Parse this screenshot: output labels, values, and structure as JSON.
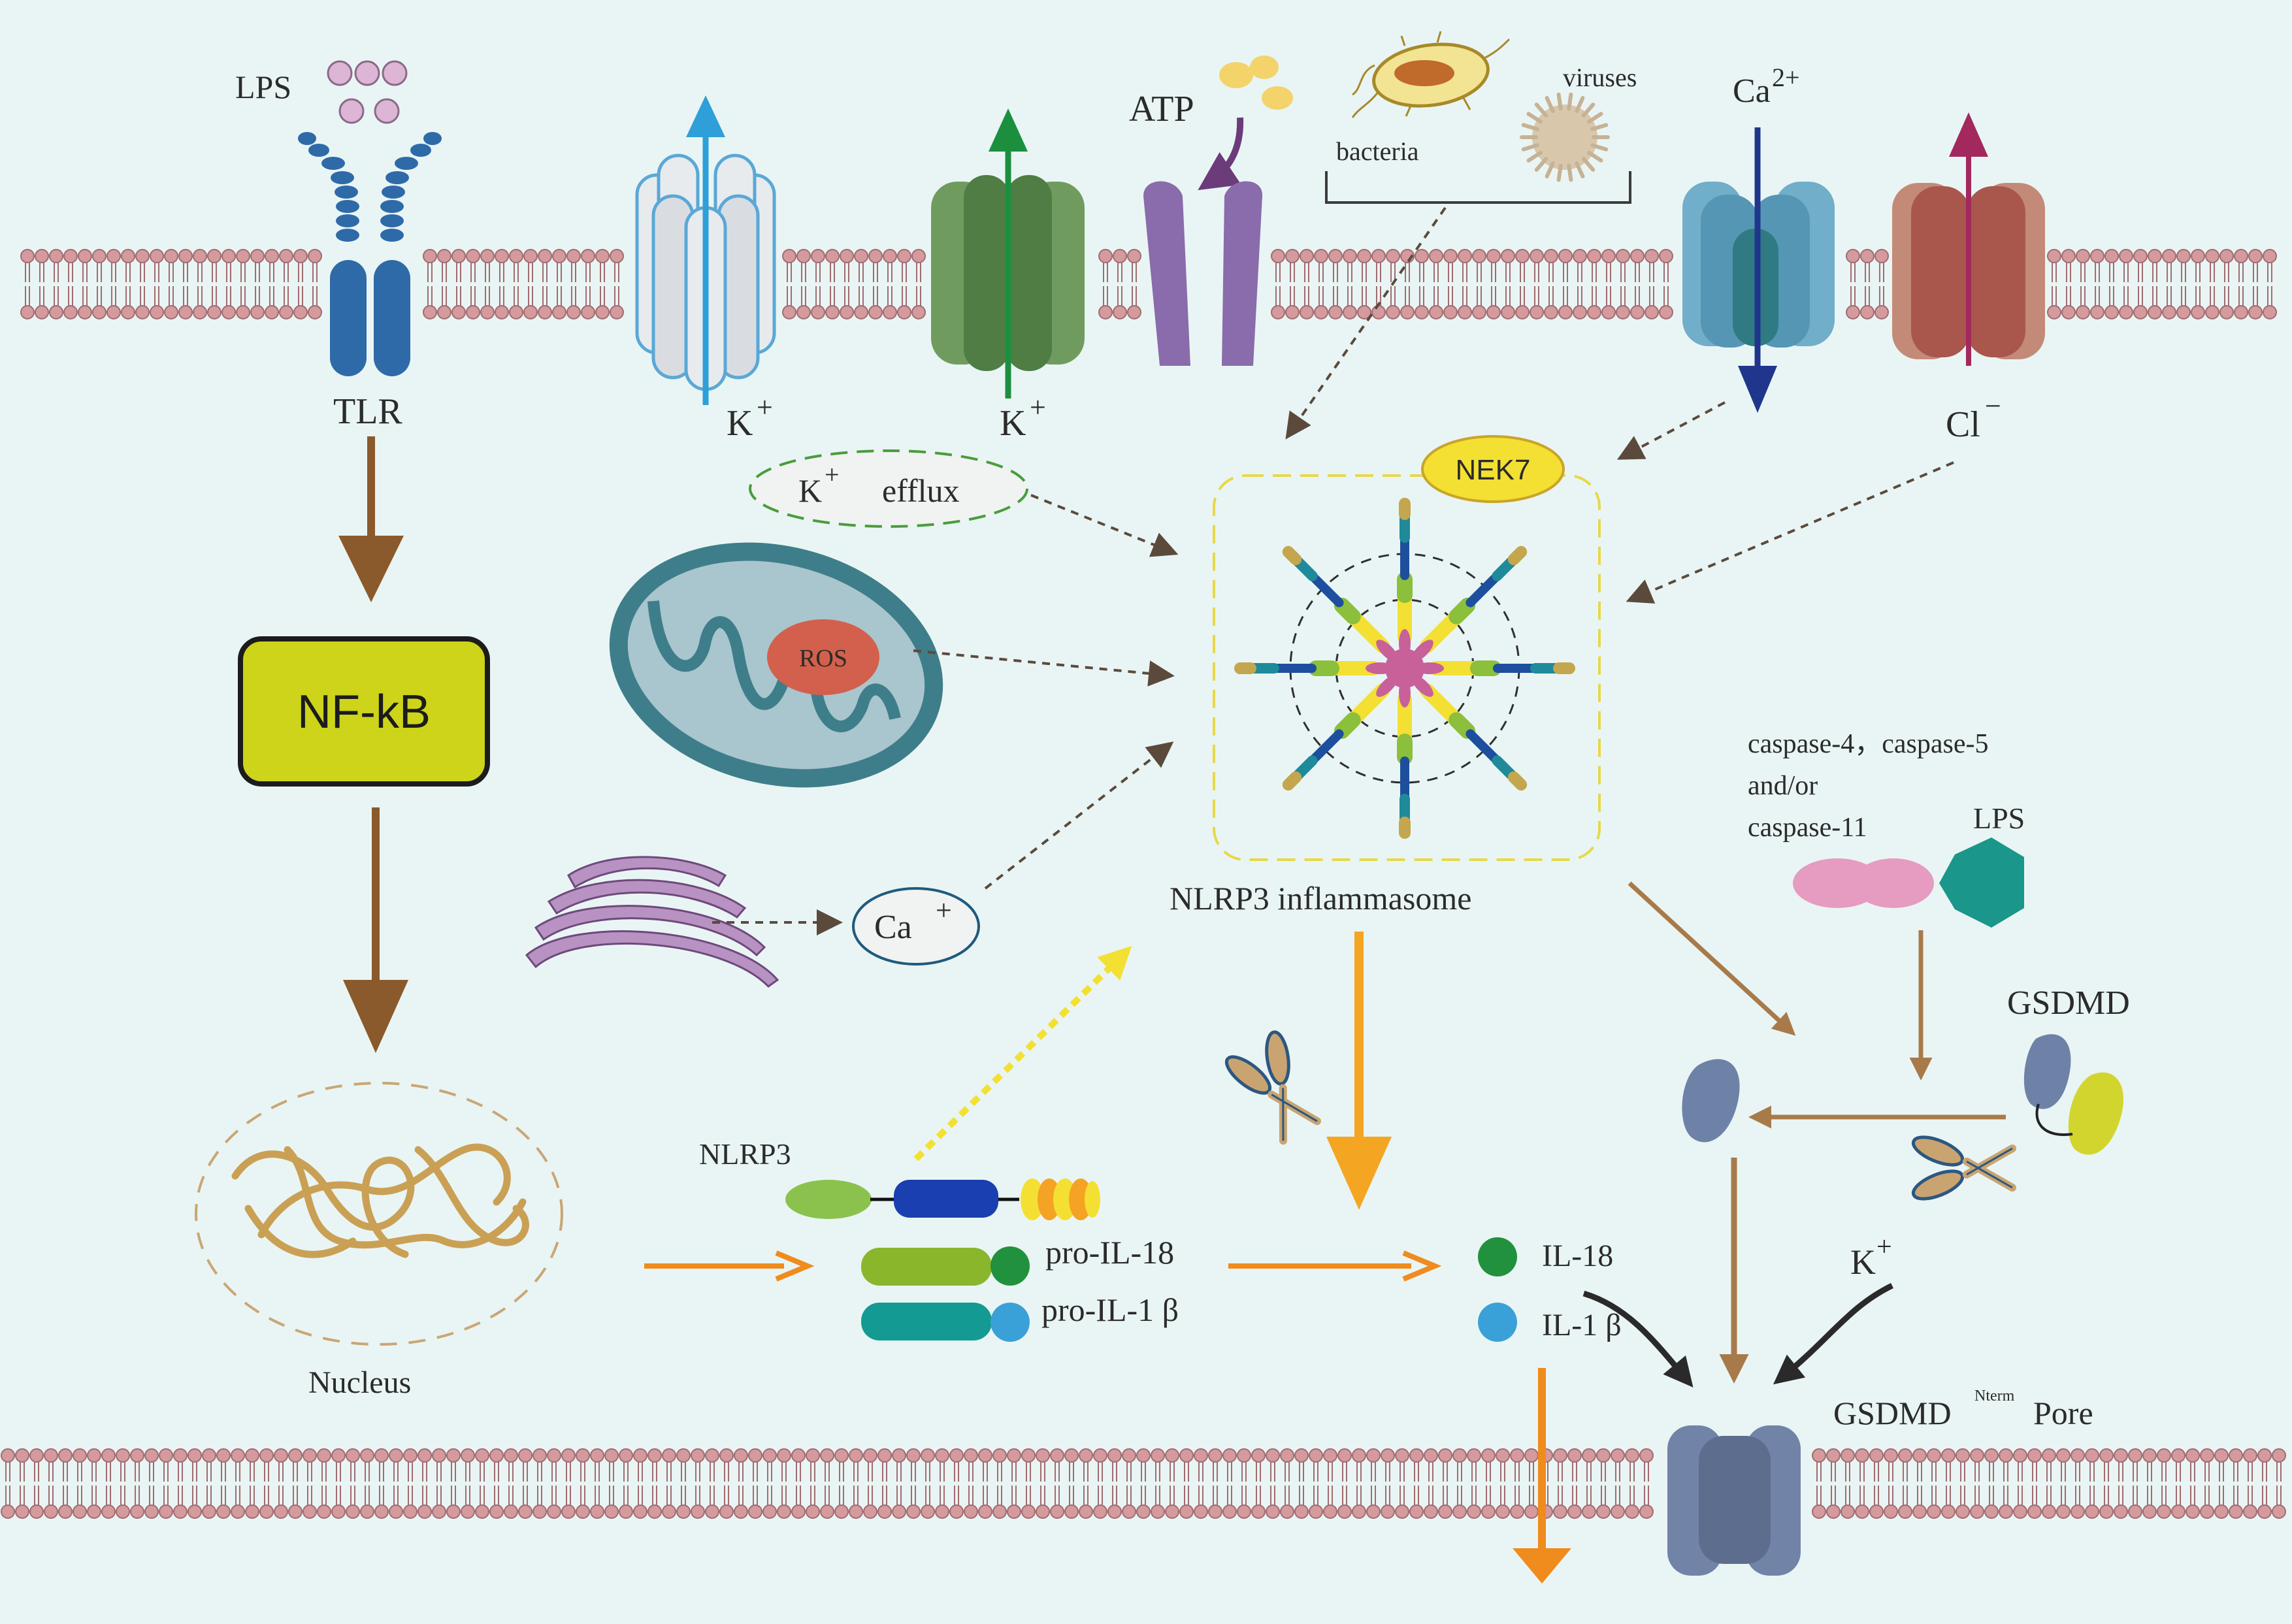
{
  "labels": {
    "lps_top": "LPS",
    "tlr": "TLR",
    "nfkb": "NF-kB",
    "nucleus": "Nucleus",
    "k_plus_1": "K",
    "k_plus_2": "K",
    "plus": "+",
    "atp": "ATP",
    "bacteria": "bacteria",
    "viruses": "viruses",
    "ca2_ca": "Ca",
    "ca2_sup": "2+",
    "cl": "Cl",
    "cl_sup": "−",
    "k_efflux_k": "K",
    "k_efflux_text": "efflux",
    "ros": "ROS",
    "ca_plus_ca": "Ca",
    "nek7": "NEK7",
    "nlrp3_inflammasome": "NLRP3 inflammasome",
    "caspase_line1": "caspase-4，caspase-5",
    "caspase_line2": "and/or",
    "caspase_line3": "caspase-11",
    "lps_right": "LPS",
    "gsdmd": "GSDMD",
    "nlrp3": "NLRP3",
    "pro_il18": "pro-IL-18",
    "pro_il1b": "pro-IL-1 β",
    "il18": "IL-18",
    "il1b": "IL-1 β",
    "k_plus_pore": "K",
    "gsdmd_pore_main": "GSDMD",
    "gsdmd_pore_sup": "Nterm",
    "gsdmd_pore_tail": "Pore"
  },
  "colors": {
    "background": "#e9f5f4",
    "membrane_head": "#d49a9e",
    "tlr_blue": "#2f6aa8",
    "nfkb_fill": "#cdd41a",
    "brown_arrow": "#8a5a2c",
    "orange_arrow": "#f08b1d",
    "yellow_arrow": "#f2c21b",
    "gsdmd_blue": "#6e82a8",
    "ros_red": "#d2604c",
    "mito_teal": "#3e7e8a"
  }
}
